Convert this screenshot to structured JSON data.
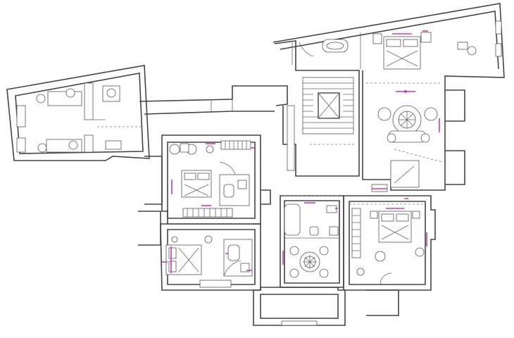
{
  "drawing": {
    "type": "architectural floor plan",
    "colors": {
      "walls": "#444444",
      "accent": "#c23fb0",
      "background": "#ffffff"
    },
    "rooms": [
      {
        "id": "office-wing",
        "furniture": [
          "desk",
          "desk",
          "desk",
          "office-chair",
          "office-chair",
          "office-chair",
          "office-chair",
          "cabinet"
        ]
      },
      {
        "id": "staircase-hall",
        "furniture": [
          "stairs",
          "elevator"
        ]
      },
      {
        "id": "master-bedroom-top",
        "furniture": [
          "double-bed",
          "armchair",
          "side-table"
        ]
      },
      {
        "id": "bathroom-top",
        "furniture": [
          "bathtub"
        ]
      },
      {
        "id": "lounge",
        "furniture": [
          "round-table",
          "sofa",
          "armchair",
          "armchair"
        ]
      },
      {
        "id": "guest-bedroom-1",
        "furniture": [
          "double-bed",
          "wardrobe",
          "armchair",
          "armchair"
        ]
      },
      {
        "id": "guest-bedroom-2",
        "furniture": [
          "double-bed",
          "wardrobe"
        ]
      },
      {
        "id": "bathroom-center",
        "furniture": [
          "bathtub",
          "wc"
        ]
      },
      {
        "id": "dining-room",
        "furniture": [
          "round-table",
          "chair",
          "chair",
          "chair",
          "chair"
        ]
      },
      {
        "id": "bedroom-right",
        "furniture": [
          "double-bed",
          "wardrobe",
          "armchair"
        ]
      },
      {
        "id": "bay-window-bottom",
        "furniture": []
      }
    ]
  }
}
